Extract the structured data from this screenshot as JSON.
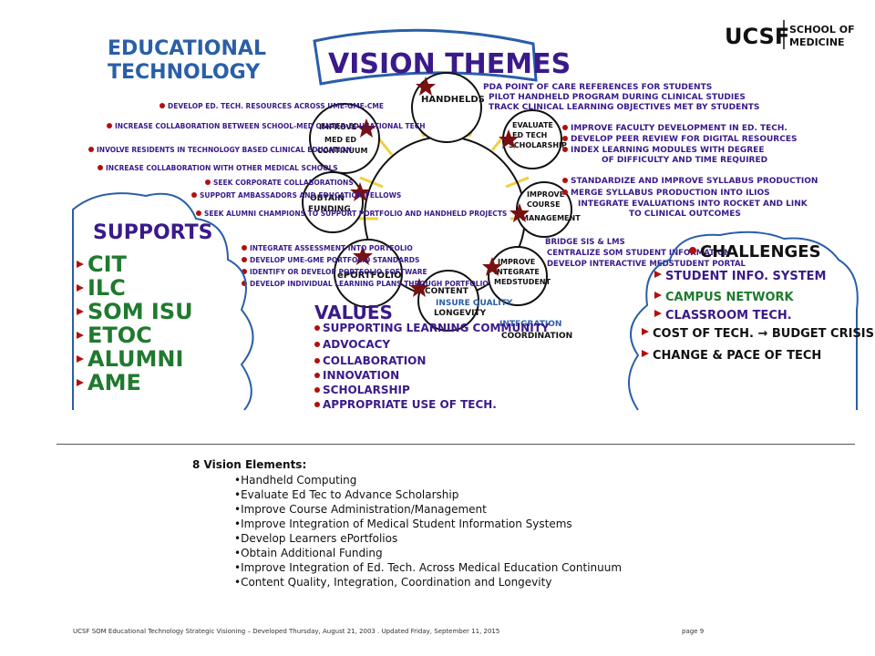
{
  "header": {
    "title_line1": "EDUCATIONAL",
    "title_line2": "TECHNOLOGY",
    "center_title": "VISION THEMES",
    "logo": "UCSF",
    "school_line1": "SCHOOL OF",
    "school_line2": "MEDICINE"
  },
  "themes": [
    {
      "label_line1": "HANDHELDS",
      "label_line2": "",
      "label_line3": ""
    },
    {
      "label_line1": "EVALUATE",
      "label_line2": "ED TECH",
      "label_line3": "SCHOLARSHIP"
    },
    {
      "label_line1": "IMPROVE",
      "label_line2": "COURSE",
      "label_line3": "MANAGEMENT"
    },
    {
      "label_line1": "IMPROVE",
      "label_line2": "INTEGRATE",
      "label_line3": "MEDSTUDENT"
    },
    {
      "label_line1": "CONTENT",
      "label_line2": "",
      "label_line3": ""
    },
    {
      "label_line1": "ePORTFOLIO",
      "label_line2": "",
      "label_line3": ""
    },
    {
      "label_line1": "OBTAIN",
      "label_line2": "FUNDING",
      "label_line3": ""
    },
    {
      "label_line1": "IMPROVE",
      "label_line2": "MED ED",
      "label_line3": "CONTINUUM"
    }
  ],
  "notes": {
    "handhelds": [
      "PDA POINT OF CARE REFERENCES FOR STUDENTS",
      "PILOT HANDHELD PROGRAM DURING CLINICAL STUDIES",
      "TRACK CLINICAL LEARNING OBJECTIVES MET BY STUDENTS"
    ],
    "evaluate": [
      "IMPROVE FACULTY DEVELOPMENT IN ED. TECH.",
      "DEVELOP PEER REVIEW FOR DIGITAL RESOURCES",
      "INDEX LEARNING MODULES WITH DEGREE",
      "OF DIFFICULTY AND TIME REQUIRED"
    ],
    "course": [
      "STANDARDIZE AND IMPROVE SYLLABUS PRODUCTION",
      "MERGE SYLLABUS PRODUCTION INTO ILIOS",
      "INTEGRATE EVALUATIONS INTO ROCKET AND LINK",
      "TO CLINICAL OUTCOMES"
    ],
    "integrate": [
      "BRIDGE SIS & LMS",
      "CENTRALIZE SOM STUDENT INFORMATION",
      "DEVELOP INTERACTIVE MEDSTUDENT PORTAL"
    ],
    "content": [
      "INSURE QUALITY",
      "LONGEVITY",
      "INTEGRATION",
      "COORDINATION"
    ],
    "eportfolio": [
      "INTEGRATE ASSESSMENT INTO PORTFOLIO",
      "DEVELOP UME-GME PORTFOLIO STANDARDS",
      "IDENTIFY OR DEVELOP PORTFOLIO SOFTWARE",
      "DEVELOP INDIVIDUAL LEARNING PLANS THROUGH PORTFOLIO"
    ],
    "funding": [
      "SEEK CORPORATE COLLABORATIONS",
      "SUPPORT AMBASSADORS AND EDUCATION FELLOWS",
      "SEEK ALUMNI CHAMPIONS TO SUPPORT PORTFOLIO AND HANDHELD PROJECTS"
    ],
    "continuum": [
      "DEVELOP ED. TECH. RESOURCES ACROSS UME-GME-CME",
      "INCREASE COLLABORATION BETWEEN SCHOOL-MED CENTER-EDUCATIONAL TECH",
      "INVOLVE RESIDENTS IN TECHNOLOGY BASED CLINICAL EDUCATION",
      "INCREASE COLLABORATION WITH OTHER MEDICAL SCHOOLS"
    ]
  },
  "supports": {
    "title": "SUPPORTS",
    "items": [
      "CIT",
      "ILC",
      "SOM ISU",
      "ETOC",
      "ALUMNI",
      "AME"
    ]
  },
  "values": {
    "title": "VALUES",
    "items": [
      "SUPPORTING LEARNING COMMUNITY",
      "ADVOCACY",
      "COLLABORATION",
      "INNOVATION",
      "SCHOLARSHIP",
      "APPROPRIATE USE OF TECH."
    ]
  },
  "challenges": {
    "title": "CHALLENGES",
    "items": [
      "STUDENT INFO. SYSTEM",
      "CAMPUS NETWORK",
      "CLASSROOM TECH.",
      "COST OF TECH. → BUDGET CRISIS",
      "CHANGE & PACE OF TECH"
    ]
  },
  "elements": {
    "heading": "8 Vision Elements:",
    "items": [
      "Handheld Computing",
      "Evaluate Ed Tec to Advance Scholarship",
      "Improve Course Administration/Management",
      "Improve Integration of Medical Student Information Systems",
      "Develop Learners ePortfolios",
      "Obtain Additional Funding",
      "Improve Integration of Ed. Tech. Across Medical Education Continuum",
      "Content Quality, Integration, Coordination and Longevity"
    ]
  },
  "footer": {
    "text": "UCSF SOM Educational Technology Strategic Visioning – Developed Thursday, August 21, 2003 . Updated Friday, September 11, 2015",
    "page": "page 9"
  },
  "colors": {
    "blue": "#2a5ea8",
    "purple": "#3a1a8a",
    "green": "#1f7a2e",
    "red": "#b01010",
    "yellow": "#f0d040",
    "black": "#111111"
  }
}
